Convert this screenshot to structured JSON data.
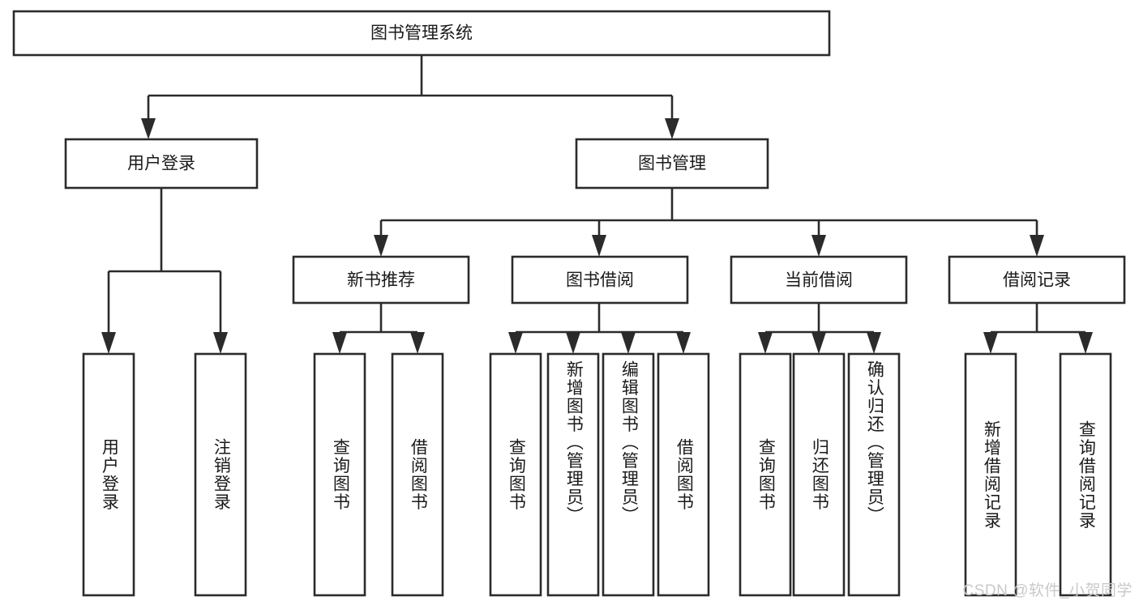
{
  "diagram": {
    "title": "图书管理系统",
    "type": "tree-hierarchy",
    "watermark": "CSDN @软件_小贺同学",
    "colors": {
      "stroke": "#2b2b2b",
      "fill": "#ffffff",
      "text": "#1a1a1a",
      "watermark": "#c9c9c9"
    },
    "root": {
      "label": "图书管理系统"
    },
    "level2": [
      {
        "label": "用户登录"
      },
      {
        "label": "图书管理"
      }
    ],
    "level3": [
      {
        "label": "新书推荐"
      },
      {
        "label": "图书借阅"
      },
      {
        "label": "当前借阅"
      },
      {
        "label": "借阅记录"
      }
    ],
    "leaves": {
      "user_login": [
        {
          "label": "用户登录"
        },
        {
          "label": "注销登录"
        }
      ],
      "new_book": [
        {
          "label": "查询图书"
        },
        {
          "label": "借阅图书"
        }
      ],
      "book_borrow": [
        {
          "label": "查询图书"
        },
        {
          "label": "新增图书（管理员）"
        },
        {
          "label": "编辑图书（管理员）"
        },
        {
          "label": "借阅图书"
        }
      ],
      "current_borrow": [
        {
          "label": "查询图书"
        },
        {
          "label": "归还图书"
        },
        {
          "label": "确认归还（管理员）"
        }
      ],
      "borrow_record": [
        {
          "label": "新增借阅记录"
        },
        {
          "label": "查询借阅记录"
        }
      ]
    }
  }
}
